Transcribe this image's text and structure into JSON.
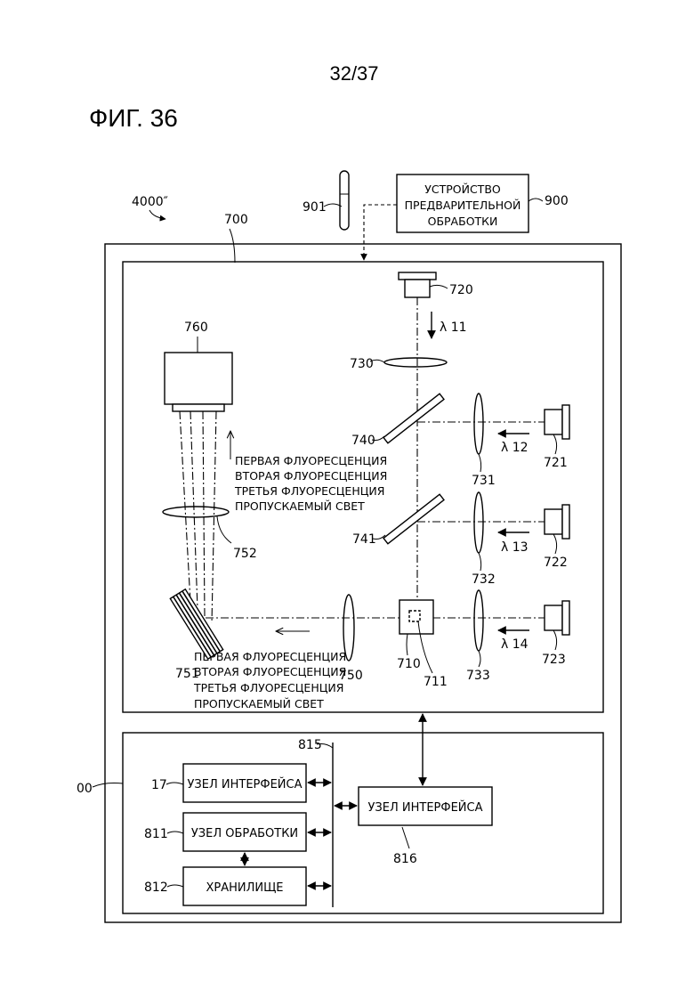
{
  "page_number": "32/37",
  "figure_title": "ФИГ. 36",
  "labels": {
    "system": "4000″",
    "apparatus": "700",
    "sample_tube": "901",
    "preprocessing_ref": "900",
    "preprocessing_lines": [
      "УСТРОЙСТВО",
      "ПРЕДВАРИТЕЛЬНОЙ",
      "ОБРАБОТКИ"
    ],
    "holder": "720",
    "lambda11": "λ 11",
    "lens730": "730",
    "camera": "760",
    "mirror740": "740",
    "lambda12": "λ 12",
    "source721": "721",
    "lens731": "731",
    "fluor_up_lines": [
      "ПЕРВАЯ ФЛУОРЕСЦЕНЦИЯ",
      "ВТОРАЯ ФЛУОРЕСЦЕНЦИЯ",
      "ТРЕТЬЯ ФЛУОРЕСЦЕНЦИЯ",
      "ПРОПУСКАЕМЫЙ СВЕТ"
    ],
    "mirror741": "741",
    "lambda13": "λ 13",
    "source722": "722",
    "lens752": "752",
    "lens732": "732",
    "grating751": "751",
    "fluor_low_lines": [
      "ПЕРВАЯ ФЛУОРЕСЦЕНЦИЯ",
      "ВТОРАЯ ФЛУОРЕСЦЕНЦИЯ",
      "ТРЕТЬЯ ФЛУОРЕСЦЕНЦИЯ",
      "ПРОПУСКАЕМЫЙ СВЕТ"
    ],
    "lens750": "750",
    "cell710": "710",
    "well711": "711",
    "lens733": "733",
    "lambda14": "λ 14",
    "source723": "723",
    "computer": "00",
    "bus": "815",
    "iface_left_ref": "17",
    "iface_left": "УЗЕЛ ИНТЕРФЕЙСА",
    "proc_ref": "811",
    "proc": "УЗЕЛ ОБРАБОТКИ",
    "storage_ref": "812",
    "storage": "ХРАНИЛИЩЕ",
    "iface_right": "УЗЕЛ ИНТЕРФЕЙСА",
    "iface_right_ref": "816"
  }
}
